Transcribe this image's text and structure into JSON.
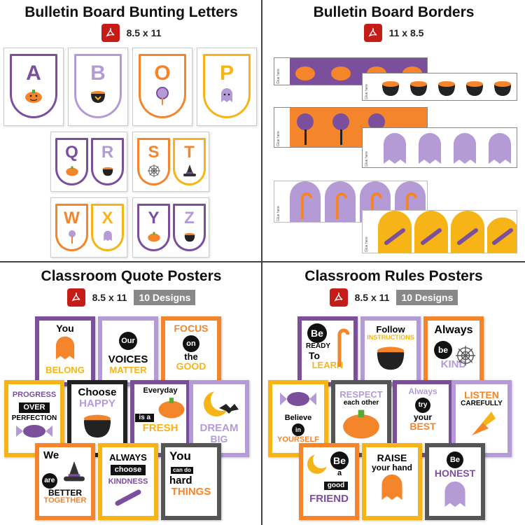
{
  "panels": {
    "bunting": {
      "title": "Bulletin Board Bunting Letters",
      "size": "8.5 x 11",
      "letters": [
        "A",
        "B",
        "O",
        "P",
        "Q",
        "R",
        "S",
        "T",
        "W",
        "X",
        "Y",
        "Z"
      ]
    },
    "borders": {
      "title": "Bulletin Board Borders",
      "size": "11 x 8.5",
      "glue": "Glue here"
    },
    "quotes": {
      "title": "Classroom Quote Posters",
      "size": "8.5 x 11",
      "designs": "10 Designs",
      "p1": [
        "You",
        "BELONG"
      ],
      "p2": [
        "Our",
        "VOICES",
        "MATTER"
      ],
      "p3": [
        "FOCUS",
        "on",
        "the",
        "GOOD"
      ],
      "p4": [
        "PROGRESS",
        "OVER",
        "PERFECTION"
      ],
      "p5": [
        "Choose",
        "HAPPY"
      ],
      "p6": [
        "Everyday",
        "is a",
        "FRESH"
      ],
      "p7": [
        "DREAM",
        "BIG"
      ],
      "p8": [
        "We",
        "are",
        "BETTER",
        "TOGETHER"
      ],
      "p9": [
        "ALWAYS",
        "choose",
        "KINDNESS"
      ],
      "p10": [
        "You",
        "can do",
        "hard",
        "THINGS"
      ]
    },
    "rules": {
      "title": "Classroom Rules Posters",
      "size": "8.5 x 11",
      "designs": "10 Designs",
      "r1": [
        "Be",
        "READY",
        "To",
        "LEARN"
      ],
      "r2": [
        "Follow",
        "INSTRUCTIONS"
      ],
      "r3": [
        "Always",
        "be",
        "KIND"
      ],
      "r4": [
        "Believe",
        "in",
        "YOURSELF"
      ],
      "r5": [
        "RESPECT",
        "each other"
      ],
      "r6": [
        "Always",
        "try",
        "your",
        "BEST"
      ],
      "r7": [
        "LISTEN",
        "CAREFULLY"
      ],
      "r8": [
        "Be",
        "a",
        "good",
        "FRIEND"
      ],
      "r9": [
        "RAISE",
        "your hand"
      ],
      "r10": [
        "Be",
        "HONEST"
      ]
    }
  },
  "colors": {
    "purple": "#7b4f9c",
    "lilac": "#b49bd6",
    "orange": "#f5852a",
    "yellow": "#f7b417",
    "pdf_red": "#c41d18",
    "badge_gray": "#888888"
  },
  "icons": [
    "pumpkin-icon",
    "cauldron-icon",
    "lollipop-icon",
    "ghost-icon",
    "spider-web-icon",
    "witch-hat-icon",
    "candy-corn-icon",
    "candy-cane-icon",
    "bone-icon",
    "bat-moon-icon",
    "candy-icon",
    "pdf-icon"
  ]
}
